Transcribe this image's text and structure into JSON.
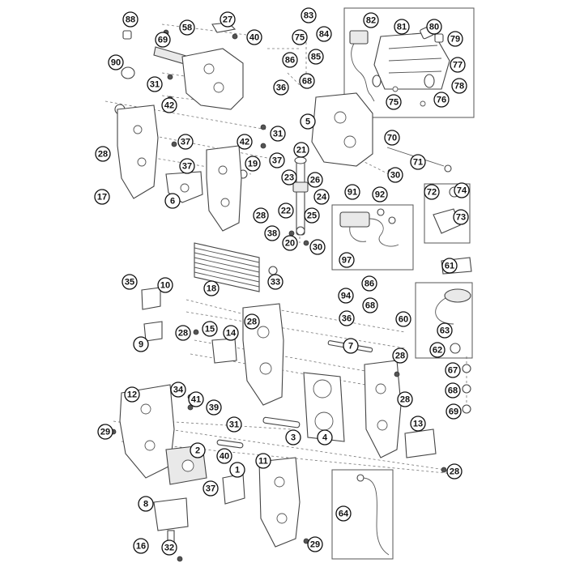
{
  "callouts": [
    {
      "label": "88"
    },
    {
      "label": "27"
    },
    {
      "label": "83"
    },
    {
      "label": "58"
    },
    {
      "label": "40"
    },
    {
      "label": "75"
    },
    {
      "label": "84"
    },
    {
      "label": "69"
    },
    {
      "label": "82"
    },
    {
      "label": "81"
    },
    {
      "label": "80"
    },
    {
      "label": "79"
    },
    {
      "label": "90"
    },
    {
      "label": "86"
    },
    {
      "label": "85"
    },
    {
      "label": "77"
    },
    {
      "label": "68"
    },
    {
      "label": "31"
    },
    {
      "label": "36"
    },
    {
      "label": "78"
    },
    {
      "label": "75"
    },
    {
      "label": "76"
    },
    {
      "label": "42"
    },
    {
      "label": "5"
    },
    {
      "label": "31"
    },
    {
      "label": "70"
    },
    {
      "label": "37"
    },
    {
      "label": "42"
    },
    {
      "label": "21"
    },
    {
      "label": "28"
    },
    {
      "label": "37"
    },
    {
      "label": "19"
    },
    {
      "label": "71"
    },
    {
      "label": "37"
    },
    {
      "label": "23"
    },
    {
      "label": "26"
    },
    {
      "label": "30"
    },
    {
      "label": "17"
    },
    {
      "label": "6"
    },
    {
      "label": "91"
    },
    {
      "label": "92"
    },
    {
      "label": "72"
    },
    {
      "label": "74"
    },
    {
      "label": "24"
    },
    {
      "label": "22"
    },
    {
      "label": "28"
    },
    {
      "label": "25"
    },
    {
      "label": "73"
    },
    {
      "label": "38"
    },
    {
      "label": "20"
    },
    {
      "label": "30"
    },
    {
      "label": "18"
    },
    {
      "label": "97"
    },
    {
      "label": "61"
    },
    {
      "label": "33"
    },
    {
      "label": "35"
    },
    {
      "label": "10"
    },
    {
      "label": "94"
    },
    {
      "label": "86"
    },
    {
      "label": "60"
    },
    {
      "label": "36"
    },
    {
      "label": "68"
    },
    {
      "label": "28"
    },
    {
      "label": "15"
    },
    {
      "label": "14"
    },
    {
      "label": "28"
    },
    {
      "label": "63"
    },
    {
      "label": "9"
    },
    {
      "label": "7"
    },
    {
      "label": "62"
    },
    {
      "label": "28"
    },
    {
      "label": "67"
    },
    {
      "label": "12"
    },
    {
      "label": "34"
    },
    {
      "label": "41"
    },
    {
      "label": "39"
    },
    {
      "label": "68"
    },
    {
      "label": "28"
    },
    {
      "label": "69"
    },
    {
      "label": "29"
    },
    {
      "label": "31"
    },
    {
      "label": "3"
    },
    {
      "label": "4"
    },
    {
      "label": "13"
    },
    {
      "label": "2"
    },
    {
      "label": "40"
    },
    {
      "label": "11"
    },
    {
      "label": "1"
    },
    {
      "label": "28"
    },
    {
      "label": "37"
    },
    {
      "label": "64"
    },
    {
      "label": "8"
    },
    {
      "label": "16"
    },
    {
      "label": "32"
    },
    {
      "label": "29"
    }
  ]
}
